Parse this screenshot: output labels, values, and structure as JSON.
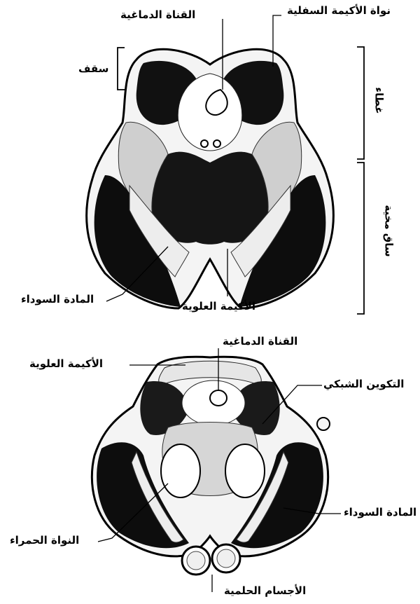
{
  "top_section": {
    "labels": {
      "cerebral_aqueduct": "القناة الدماغية",
      "inferior_colliculus_nucleus": "نواة الأكيمة السفلية",
      "roof": "سقف",
      "tegmentum": "غطاء",
      "cerebral_peduncle": "ساق مخية",
      "substantia_nigra": "المادة السوداء",
      "superior_colliculus": "الأكيمة العلوية"
    }
  },
  "bottom_section": {
    "labels": {
      "cerebral_aqueduct": "القناة الدماغية",
      "superior_colliculus": "الأكيمة العلوية",
      "reticular_formation": "التكوين الشبكي",
      "substantia_nigra": "المادة السوداء",
      "red_nucleus": "النواة الحمراء",
      "mammillary_bodies": "الأجسام الحلمية"
    }
  }
}
